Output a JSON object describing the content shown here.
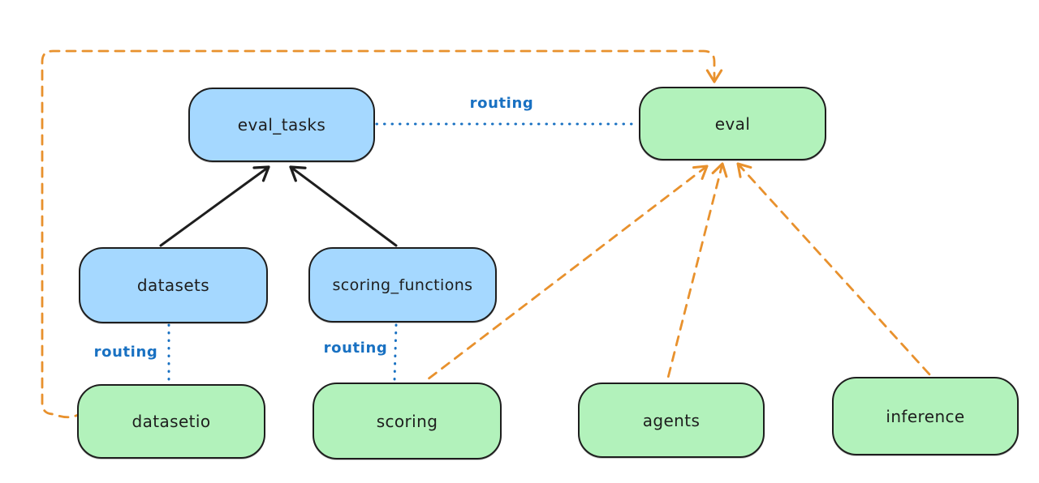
{
  "diagram": {
    "type": "architecture-graph",
    "style": "hand-drawn",
    "colors": {
      "blue_node_fill": "#a5d8ff",
      "green_node_fill": "#b2f2bb",
      "node_stroke": "#1e1e1e",
      "solid_edge": "#1e1e1e",
      "routing_edge": "#1971c2",
      "provider_edge": "#e8912d",
      "background": "#ffffff"
    },
    "nodes": [
      {
        "id": "eval_tasks",
        "label": "eval_tasks",
        "color": "blue"
      },
      {
        "id": "eval",
        "label": "eval",
        "color": "green"
      },
      {
        "id": "datasets",
        "label": "datasets",
        "color": "blue"
      },
      {
        "id": "scoring_functions",
        "label": "scoring_functions",
        "color": "blue"
      },
      {
        "id": "datasetio",
        "label": "datasetio",
        "color": "green"
      },
      {
        "id": "scoring",
        "label": "scoring",
        "color": "green"
      },
      {
        "id": "agents",
        "label": "agents",
        "color": "green"
      },
      {
        "id": "inference",
        "label": "inference",
        "color": "green"
      }
    ],
    "edges": [
      {
        "from": "datasets",
        "to": "eval_tasks",
        "style": "solid",
        "color": "#1e1e1e",
        "arrowhead": "end",
        "label": ""
      },
      {
        "from": "scoring_functions",
        "to": "eval_tasks",
        "style": "solid",
        "color": "#1e1e1e",
        "arrowhead": "end",
        "label": ""
      },
      {
        "from": "eval_tasks",
        "to": "eval",
        "style": "dotted",
        "color": "#1971c2",
        "arrowhead": "none",
        "label": "routing"
      },
      {
        "from": "datasets",
        "to": "datasetio",
        "style": "dotted",
        "color": "#1971c2",
        "arrowhead": "none",
        "label": "routing"
      },
      {
        "from": "scoring_functions",
        "to": "scoring",
        "style": "dotted",
        "color": "#1971c2",
        "arrowhead": "none",
        "label": "routing"
      },
      {
        "from": "datasetio",
        "to": "eval",
        "style": "dashed",
        "color": "#e8912d",
        "arrowhead": "end",
        "label": "",
        "route": "left-and-over-top"
      },
      {
        "from": "scoring",
        "to": "eval",
        "style": "dashed",
        "color": "#e8912d",
        "arrowhead": "end",
        "label": ""
      },
      {
        "from": "agents",
        "to": "eval",
        "style": "dashed",
        "color": "#e8912d",
        "arrowhead": "end",
        "label": ""
      },
      {
        "from": "inference",
        "to": "eval",
        "style": "dashed",
        "color": "#e8912d",
        "arrowhead": "end",
        "label": ""
      }
    ]
  }
}
